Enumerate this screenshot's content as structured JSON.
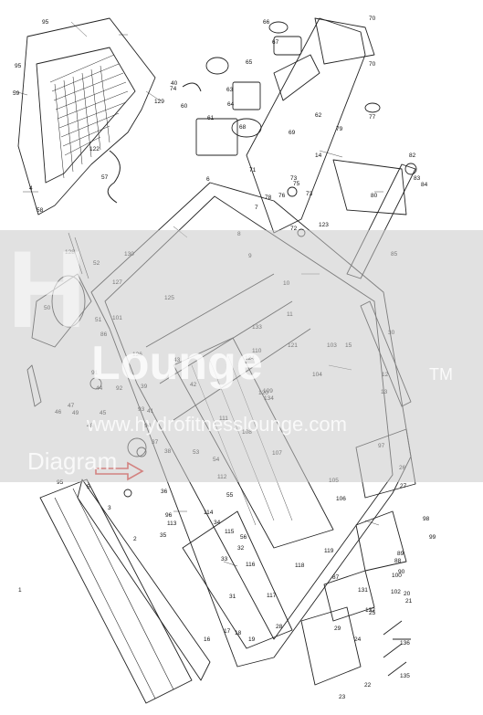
{
  "diagram": {
    "labels": [
      "95",
      "95",
      "59",
      "4",
      "122",
      "57",
      "58",
      "66",
      "67",
      "70",
      "70",
      "62",
      "69",
      "65",
      "63",
      "64",
      "61",
      "60",
      "40",
      "129",
      "68",
      "75",
      "77",
      "74",
      "71",
      "79",
      "78",
      "14",
      "76",
      "73",
      "73",
      "80",
      "82",
      "83",
      "84",
      "85",
      "72",
      "123",
      "128",
      "52",
      "127",
      "50",
      "101",
      "86",
      "87",
      "88",
      "89",
      "90",
      "91",
      "92",
      "93",
      "94",
      "95",
      "96",
      "97",
      "98",
      "99",
      "100",
      "102",
      "103",
      "104",
      "105",
      "106",
      "107",
      "108",
      "109",
      "110",
      "111",
      "112",
      "113",
      "114",
      "115",
      "116",
      "117",
      "118",
      "119",
      "120",
      "121",
      "124",
      "125",
      "126",
      "130",
      "131",
      "132",
      "133",
      "134",
      "135",
      "136",
      "1",
      "2",
      "3",
      "5",
      "6",
      "7",
      "8",
      "9",
      "10",
      "11",
      "12",
      "13",
      "15",
      "16",
      "17",
      "18",
      "19",
      "20",
      "21",
      "22",
      "23",
      "24",
      "25",
      "26",
      "27",
      "28",
      "29",
      "30",
      "31",
      "32",
      "33",
      "34",
      "35",
      "36",
      "37",
      "38",
      "39",
      "41",
      "42",
      "43",
      "44",
      "45",
      "46",
      "47",
      "48",
      "49",
      "51",
      "53",
      "54",
      "55",
      "56"
    ],
    "watermark": {
      "logo": "H",
      "brand": "Lounge",
      "tm": "TM",
      "url": "www.hydrofitnesslounge.com",
      "subtitle": "Diagram"
    },
    "arrow_color": "#e0302a"
  }
}
